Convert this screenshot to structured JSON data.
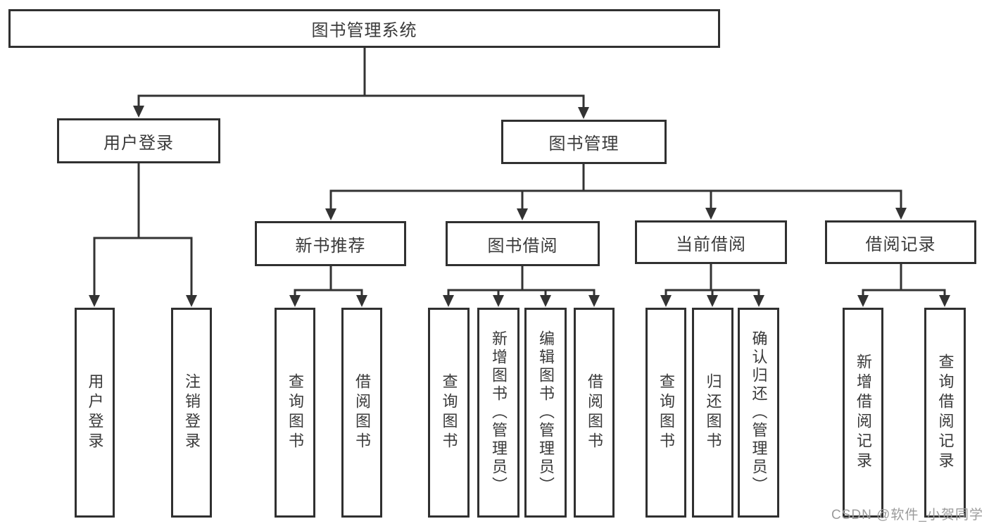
{
  "colors": {
    "line": "#333333",
    "box_border": "#303030",
    "text": "#3a3a3a",
    "watermark": "#9b9b9b",
    "background": "#ffffff"
  },
  "watermark": {
    "text": "CSDN @软件_小贺同学"
  },
  "nodes": {
    "root": {
      "label": "图书管理系统"
    },
    "user_login": {
      "label": "用户登录"
    },
    "book_management": {
      "label": "图书管理"
    },
    "new_book_recommend": {
      "label": "新书推荐"
    },
    "book_borrowing": {
      "label": "图书借阅"
    },
    "current_borrowing": {
      "label": "当前借阅"
    },
    "borrowing_records": {
      "label": "借阅记录"
    },
    "leaf_user_login": {
      "label": "用户登录"
    },
    "leaf_logout": {
      "label": "注销登录"
    },
    "leaf_query_books_recommend": {
      "label": "查询图书"
    },
    "leaf_borrow_books_recommend": {
      "label": "借阅图书"
    },
    "leaf_query_books_borrowing": {
      "label": "查询图书"
    },
    "leaf_add_books_admin": {
      "label": "新增图书（管理员）"
    },
    "leaf_edit_books_admin": {
      "label": "编辑图书（管理员）"
    },
    "leaf_borrow_books_borrowing": {
      "label": "借阅图书"
    },
    "leaf_query_books_current": {
      "label": "查询图书"
    },
    "leaf_return_books": {
      "label": "归还图书"
    },
    "leaf_confirm_return_admin": {
      "label": "确认归还（管理员）"
    },
    "leaf_add_borrow_record": {
      "label": "新增借阅记录"
    },
    "leaf_query_borrow_record": {
      "label": "查询借阅记录"
    }
  }
}
